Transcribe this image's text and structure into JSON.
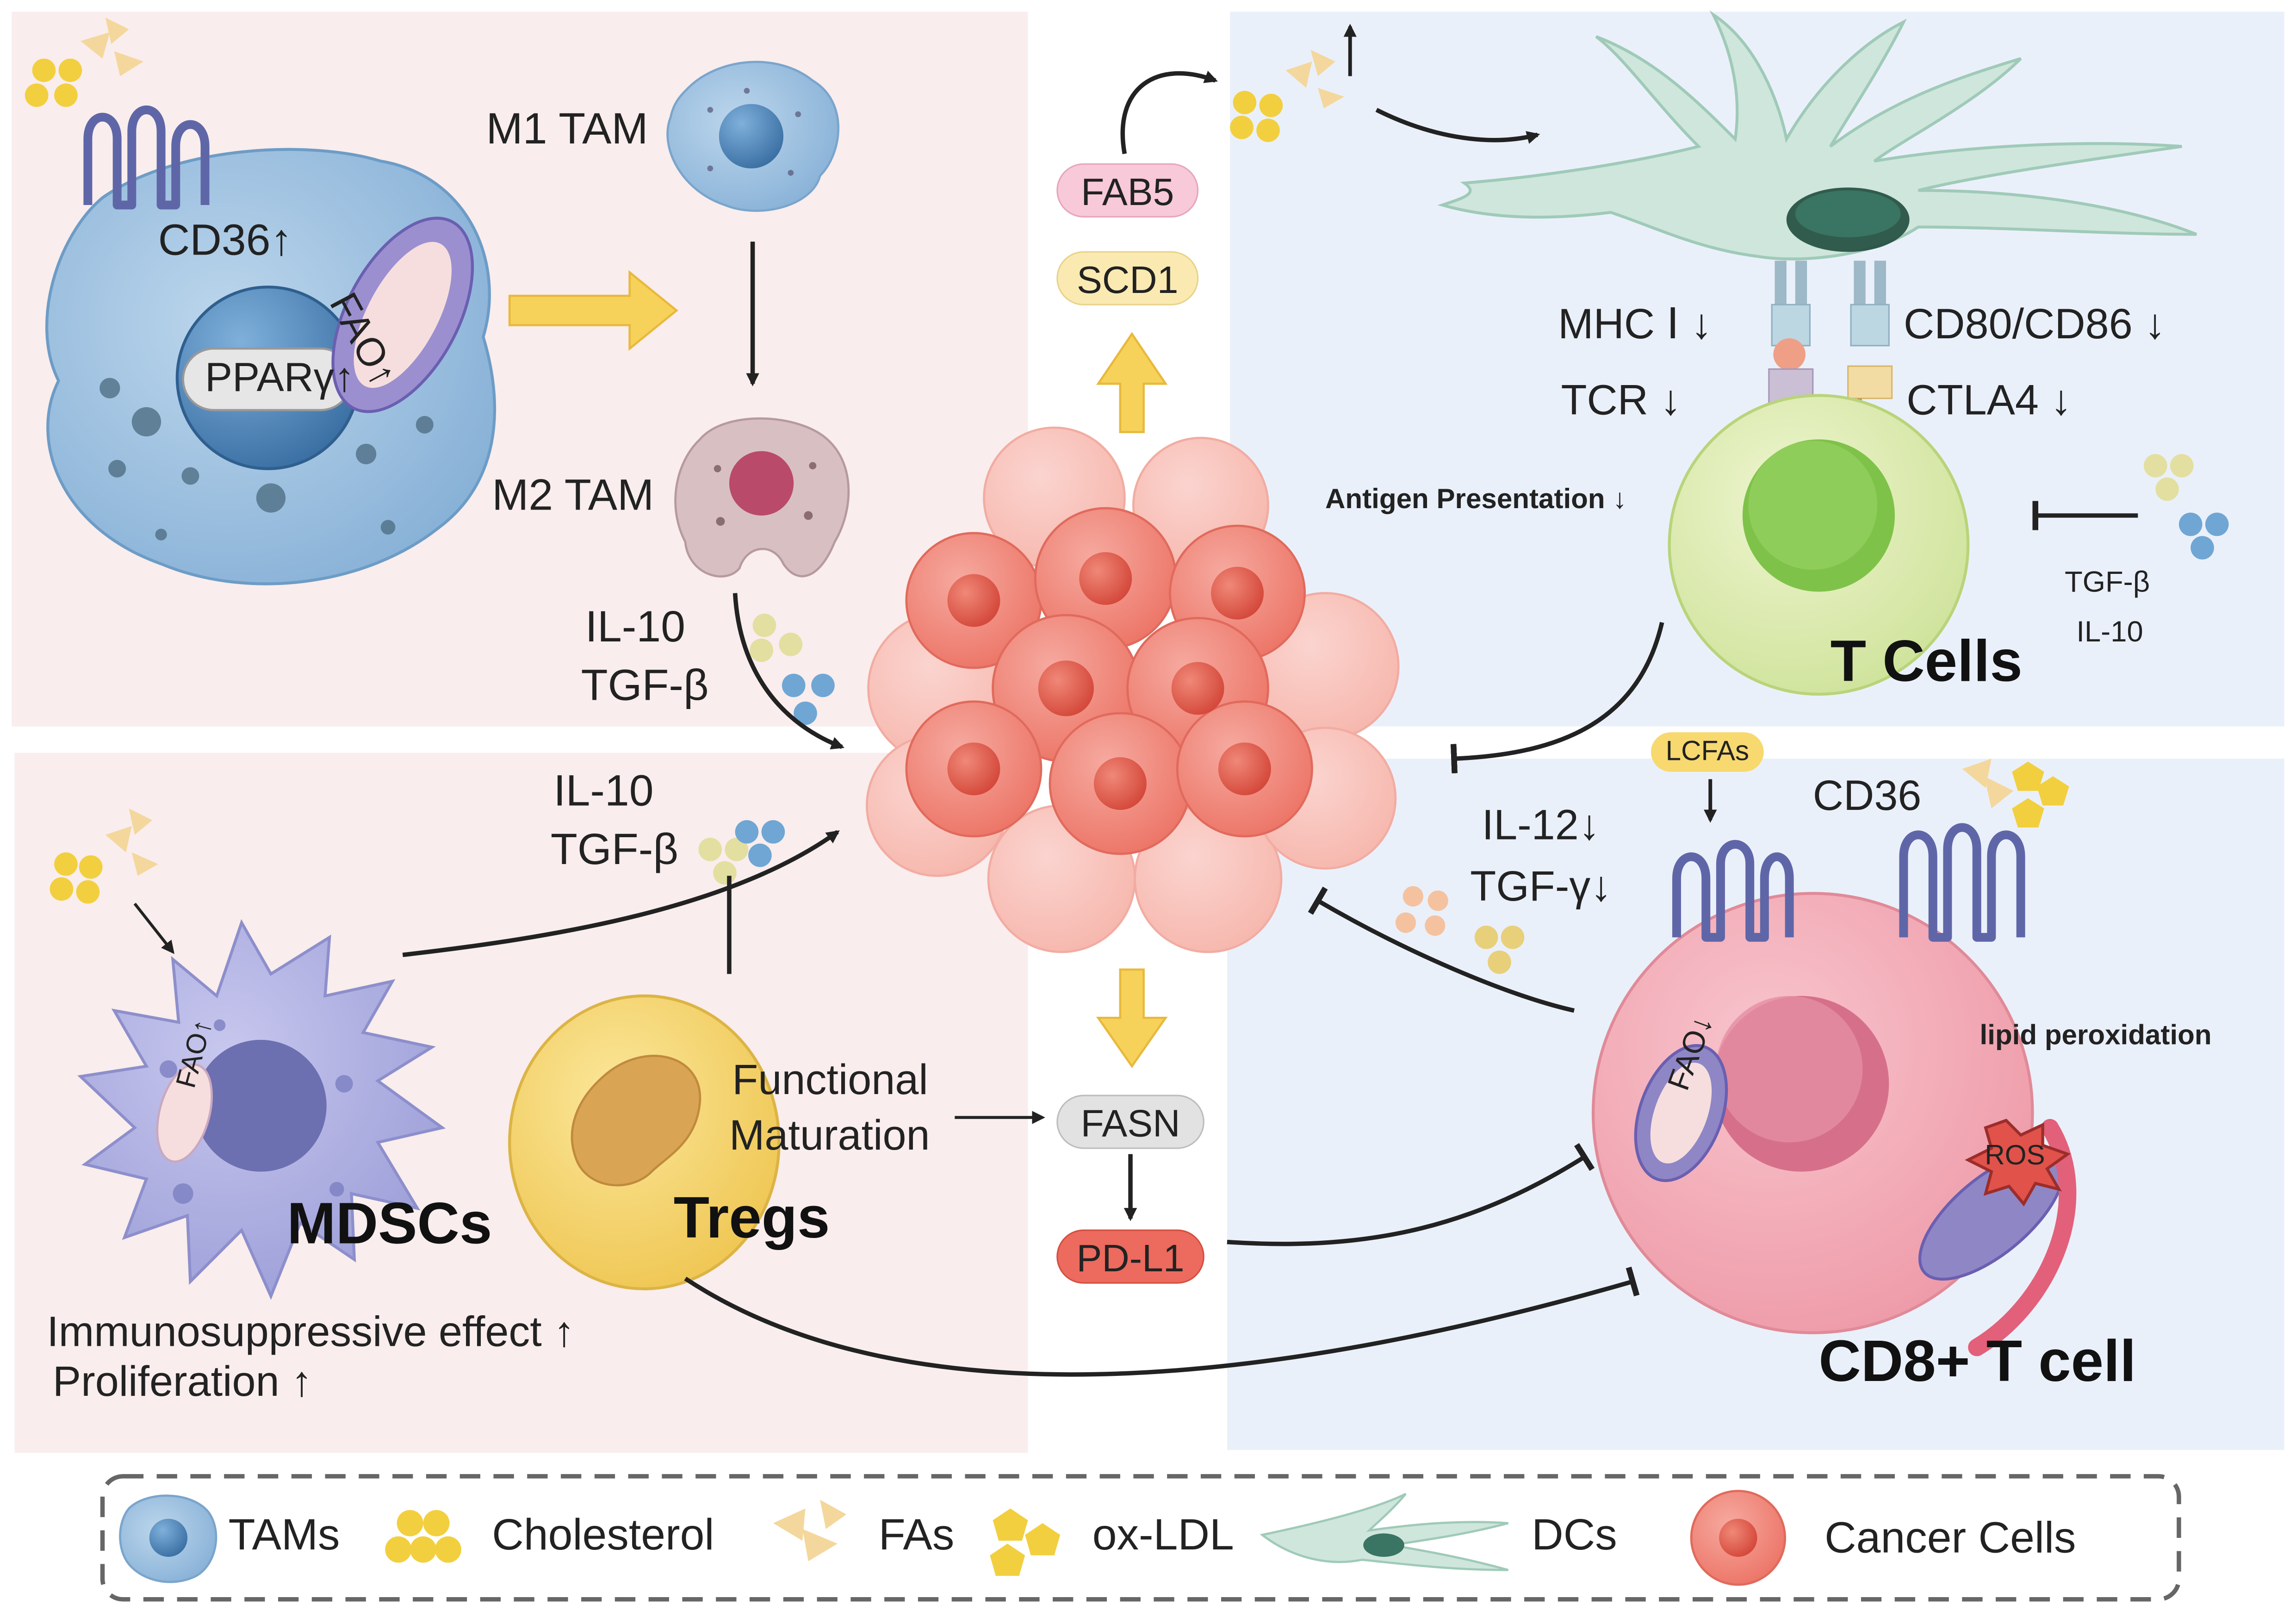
{
  "colors": {
    "panel_pink": "#f9eded",
    "panel_blue": "#eaf0fa",
    "tam_blue": "#8fb8da",
    "nucleus_blue": "#4e86b8",
    "mito_purple": "#8f86c6",
    "mdsc_purple": "#aeaee0",
    "treg_yellow": "#f4d36a",
    "dc_teal": "#cfe6dc",
    "tcell_green": "#dbeaa6",
    "cd8_pink": "#f2a7b3",
    "cancer_red": "#f07f72",
    "arrow_yellow": "#f7d25b",
    "inhibit_black": "#222222"
  },
  "labels": {
    "m1_tam": "M1 TAM",
    "m2_tam": "M2 TAM",
    "cd36_tam": "CD36",
    "fao_tam": "FAO",
    "ppar": "PPARγ",
    "il10_tam": "IL-10",
    "tgfb_tam": "TGF-β",
    "fab5": "FAB5",
    "scd1": "SCD1",
    "mhc": "MHC Ⅰ ↓",
    "tcr": "TCR ↓",
    "cd80": "CD80/CD86 ↓",
    "ctla4": "CTLA4 ↓",
    "antigen": "Antigen Presentation ↓",
    "tgfb_t": "TGF-β",
    "il10_t": "IL-10",
    "tcells": "T Cells",
    "lcfas": "LCFAs",
    "cd36_cd8": "CD36",
    "il12": "IL-12↓",
    "tgfg": "TGF-γ↓",
    "lipid_perox": "lipid peroxidation",
    "ros": "ROS",
    "fao_cd8": "FAO",
    "cd8": "CD8+ T cell",
    "il10_mdsc": "IL-10",
    "tgfb_mdsc": "TGF-β",
    "functional": "Functional",
    "maturation": "Maturation",
    "fasn": "FASN",
    "pdl1": "PD-L1",
    "fao_mdsc": "FAO",
    "mdscs": "MDSCs",
    "tregs": "Tregs",
    "immuno": "Immunosuppressive effect ↑",
    "prolif": "Proliferation ↑"
  },
  "legend": {
    "items": [
      {
        "icon": "tam-icon",
        "label": "TAMs"
      },
      {
        "icon": "cholesterol-icon",
        "label": "Cholesterol"
      },
      {
        "icon": "fas-icon",
        "label": "FAs"
      },
      {
        "icon": "ox-ldl-icon",
        "label": "ox-LDL"
      },
      {
        "icon": "dc-icon",
        "label": "DCs"
      },
      {
        "icon": "cancer-cell-icon",
        "label": "Cancer Cells"
      }
    ]
  }
}
